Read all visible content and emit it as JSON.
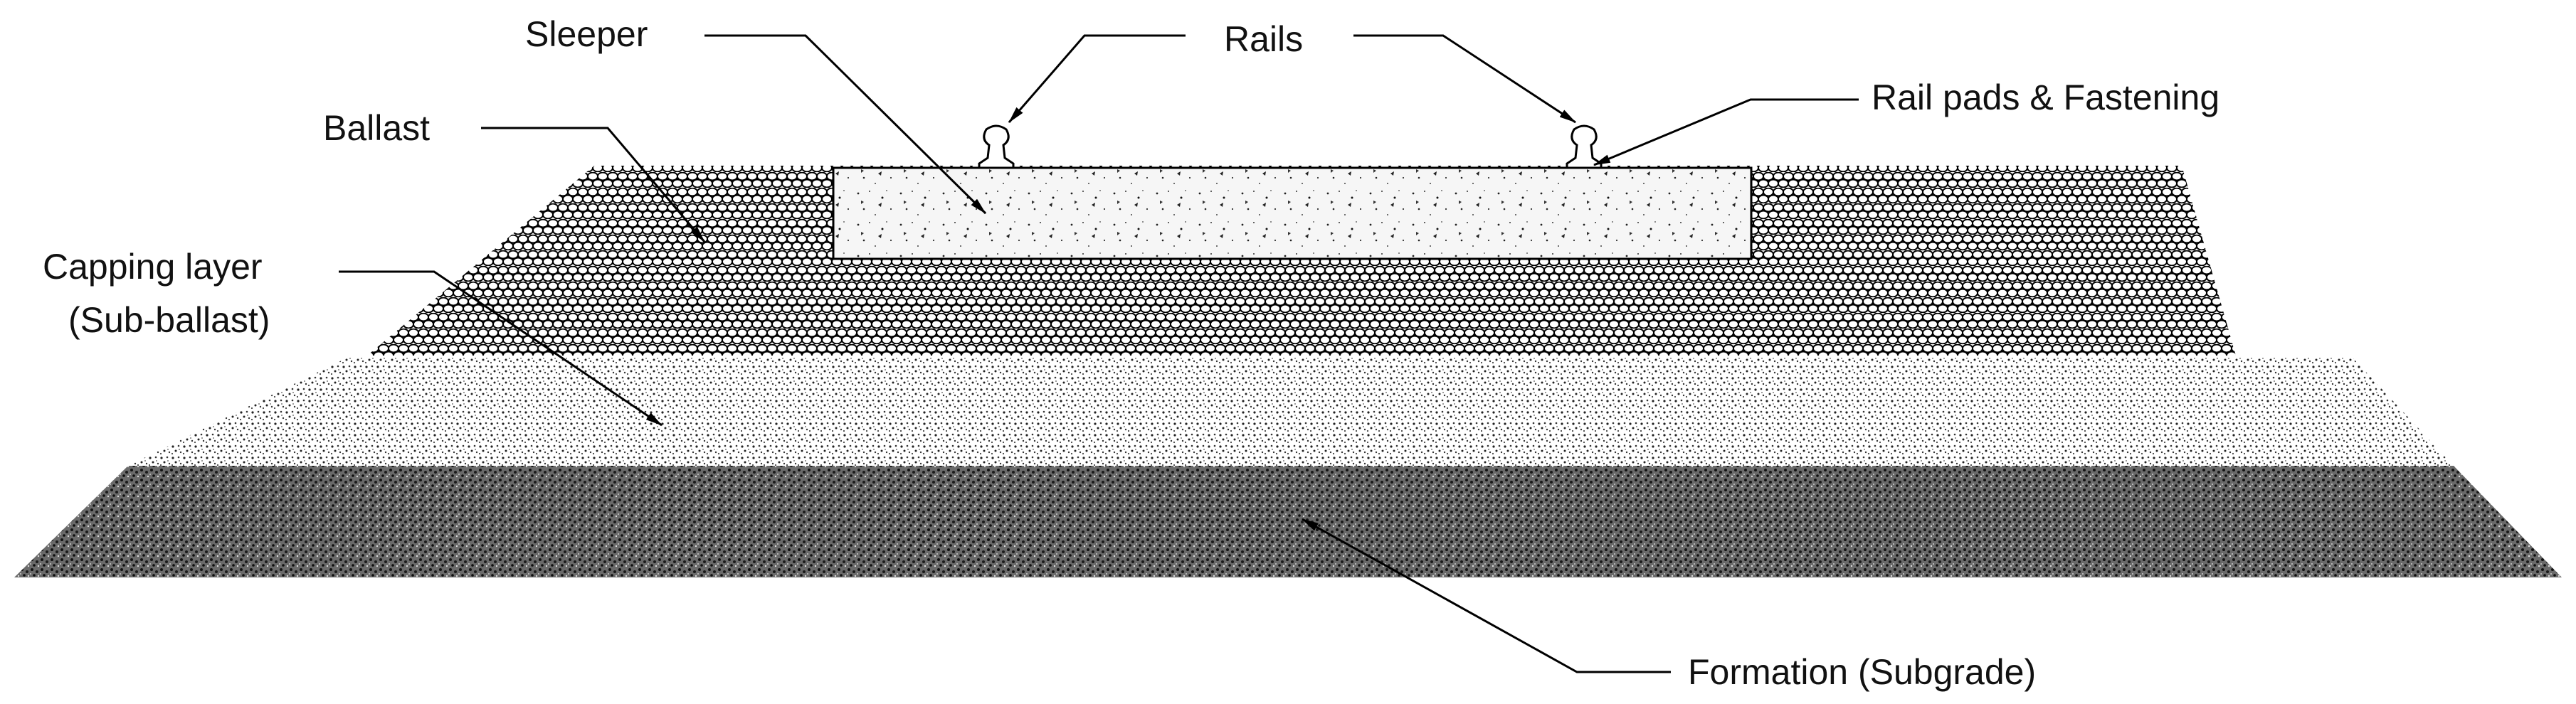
{
  "labels": {
    "sleeper": "Sleeper",
    "rails": "Rails",
    "rail_pads": "Rail pads & Fastening",
    "ballast": "Ballast",
    "capping_line1": "Capping layer",
    "capping_line2": "(Sub-ballast)",
    "formation": "Formation (Subgrade)"
  },
  "colors": {
    "ink": "#000000",
    "background": "#ffffff",
    "subgrade_fill": "#5a5a5a",
    "capping_fill": "#d2d2d2",
    "ballast_fill": "#bdbdbd",
    "sleeper_fill": "#f4f4f4"
  },
  "icons": {
    "ballast": "stone-hatch-pattern",
    "capping": "fine-stipple-pattern",
    "subgrade": "dense-stipple-pattern",
    "sleeper": "concrete-speckle-pattern",
    "rail": "rail-profile-icon",
    "pointer": "arrowhead-icon"
  }
}
